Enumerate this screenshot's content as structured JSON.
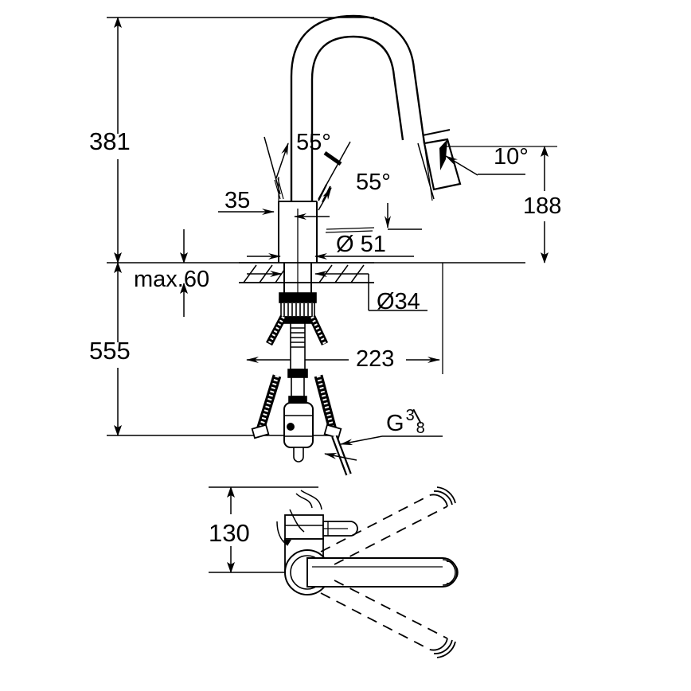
{
  "drawing": {
    "title": "Kitchen faucet technical dimension drawing",
    "line_color": "#000000",
    "background_color": "#ffffff",
    "units": "mm"
  },
  "dimensions": {
    "total_height": "381",
    "below_counter": "555",
    "counter_thickness": "max.60",
    "lever_offset": "35",
    "lever_angle_left": "55°",
    "lever_angle_right": "55°",
    "spout_body_diameter": "Ø 51",
    "mount_hole_diameter": "Ø34",
    "hose_length": "223",
    "spray_tilt_angle": "10°",
    "spout_reach_height": "188",
    "plan_view_height": "130",
    "thread_label_prefix": "G",
    "thread_numerator": "3",
    "thread_denominator": "8"
  }
}
